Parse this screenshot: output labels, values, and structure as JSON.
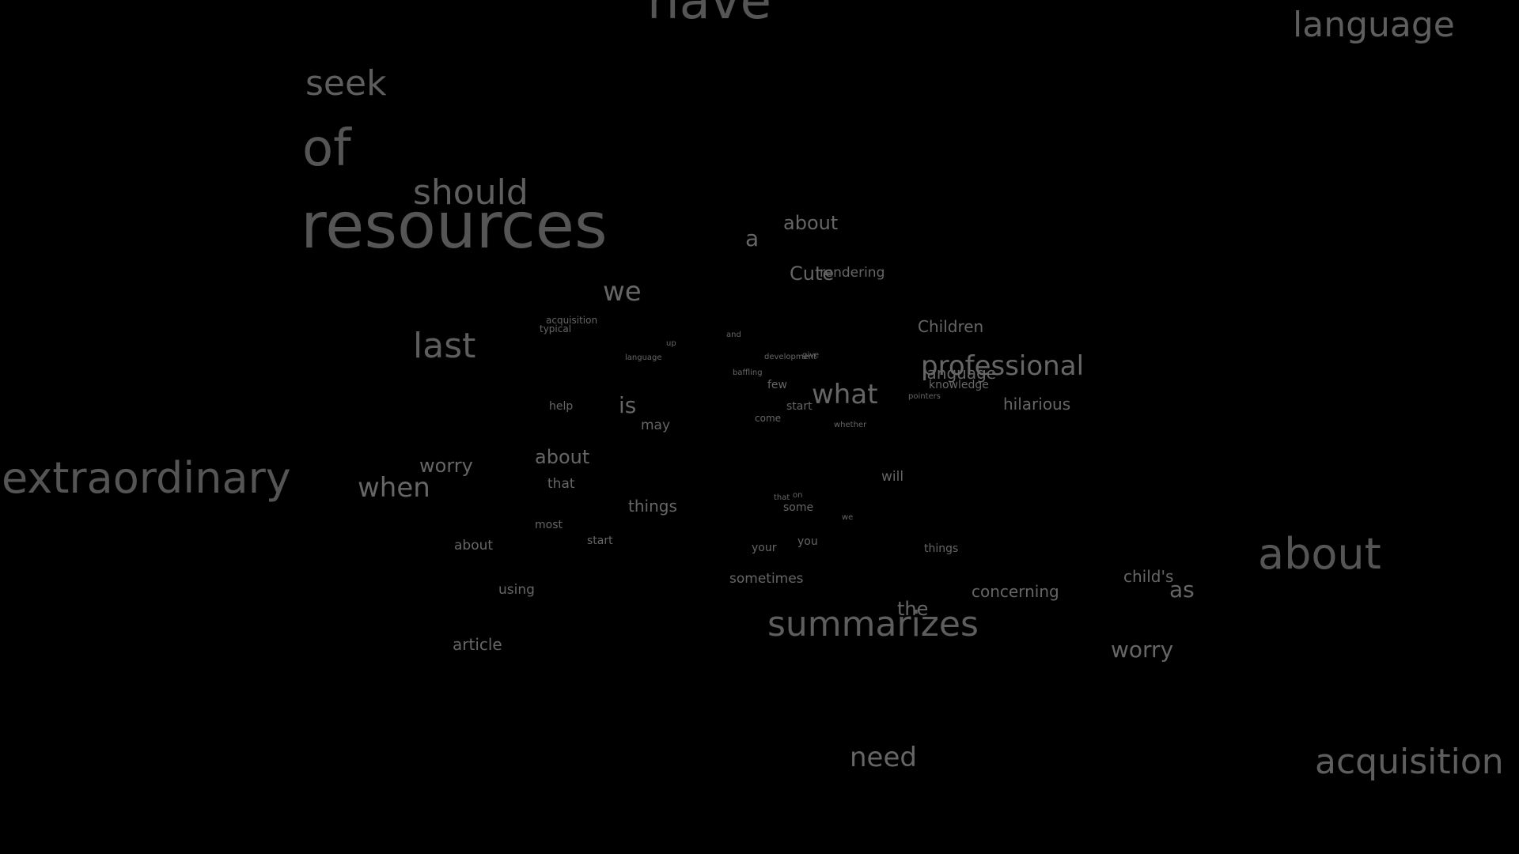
{
  "cloud": {
    "background": "#000000",
    "text_color": "#666666",
    "words": [
      "have",
      "language",
      "seek",
      "of",
      "should",
      "resources",
      "a",
      "about",
      "Cute",
      "rendering",
      "we",
      "acquisition",
      "typical",
      "up",
      "and",
      "last",
      "Children",
      "language",
      "development",
      "give",
      "professional",
      "language",
      "baffling",
      "few",
      "what",
      "knowledge",
      "pointers",
      "hilarious",
      "help",
      "is",
      "start",
      "may",
      "come",
      "whether",
      "extraordinary",
      "worry",
      "about",
      "when",
      "that",
      "will",
      "things",
      "that",
      "on",
      "some",
      "we",
      "most",
      "about",
      "start",
      "your",
      "you",
      "things",
      "about",
      "child's",
      "as",
      "using",
      "sometimes",
      "concerning",
      "the",
      "summarizes",
      "article",
      "worry",
      "need",
      "acquisition"
    ]
  }
}
